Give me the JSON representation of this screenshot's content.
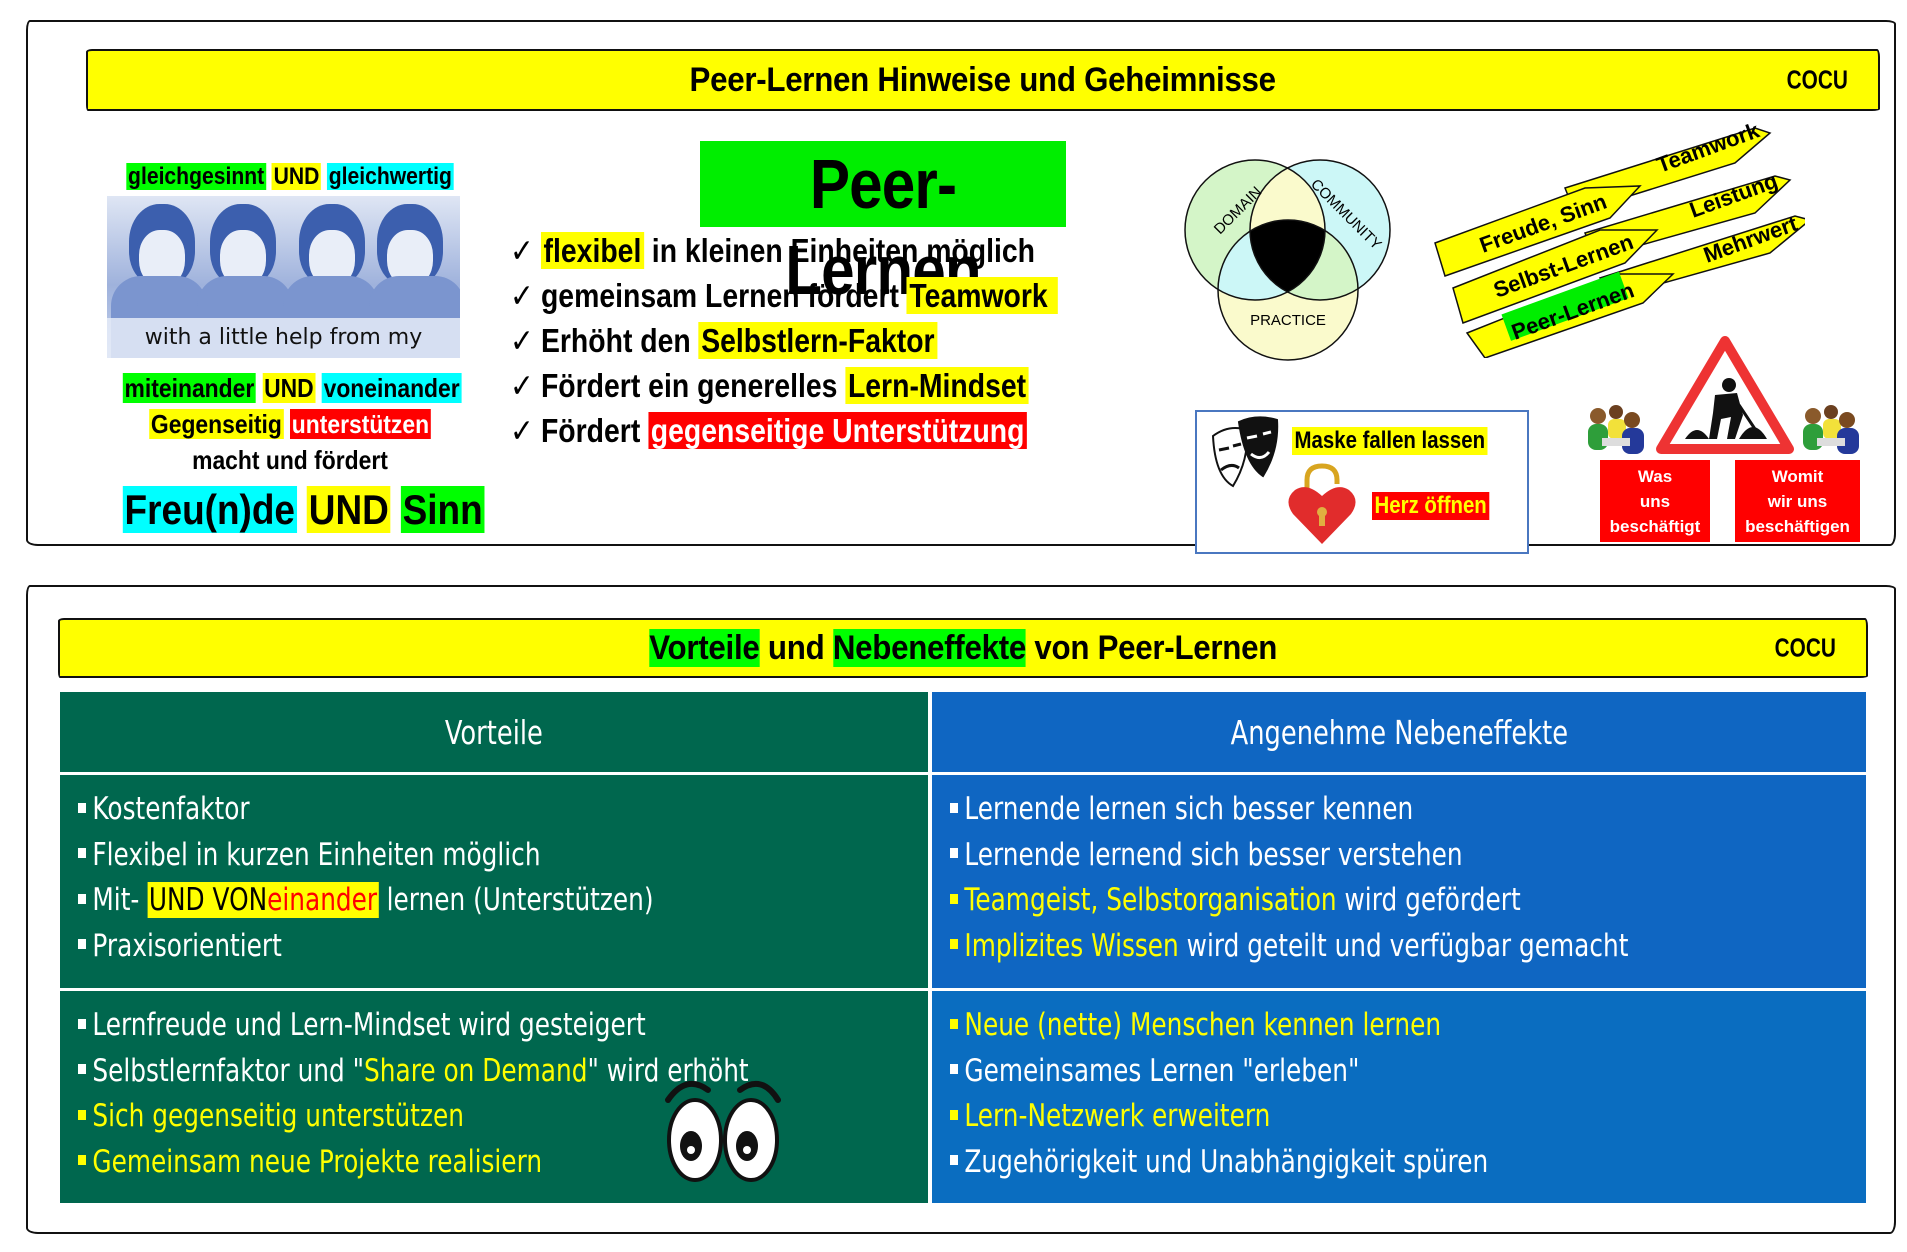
{
  "section1": {
    "banner_title": "Peer-Lernen Hinweise und Geheimnisse",
    "brand": "COCU",
    "left": {
      "line1": [
        {
          "text": "gleichgesinnt",
          "highlight": "green"
        },
        {
          "text": "UND",
          "highlight": "yellow"
        },
        {
          "text": "gleichwertig",
          "highlight": "cyan"
        }
      ],
      "image_caption": "with a little help from my friends",
      "line2": [
        {
          "text": "miteinander",
          "highlight": "green"
        },
        {
          "text": "UND",
          "highlight": "yellow"
        },
        {
          "text": "voneinander",
          "highlight": "cyan"
        }
      ],
      "line3": [
        {
          "text": "Gegenseitig",
          "highlight": "yellow"
        },
        {
          "text": "unterstützen",
          "highlight": "red"
        }
      ],
      "line4": "macht und fördert",
      "line5": [
        {
          "text": "Freu(n)de",
          "highlight": "cyan"
        },
        {
          "text": "UND",
          "highlight": "yellow"
        },
        {
          "text": "Sinn",
          "highlight": "green"
        }
      ]
    },
    "center": {
      "title": "Peer-Lernen",
      "checkmark": "✓",
      "items": [
        {
          "hl": "flexibel",
          "rest": " in kleinen Einheiten möglich",
          "hl_pos": "start",
          "hl_color": "yellow"
        },
        {
          "pre": "gemeinsam Lernen fördert ",
          "hl": "Teamwork",
          "hl_color": "yellow"
        },
        {
          "pre": "Erhöht den ",
          "hl": "Selbstlern-Faktor",
          "hl_color": "yellow"
        },
        {
          "pre": "Fördert ein generelles ",
          "hl": "Lern-Mindset",
          "hl_color": "yellow"
        },
        {
          "pre": "Fördert ",
          "hl": "gegenseitige Unterstützung",
          "hl_color": "red"
        }
      ]
    },
    "venn": {
      "labels": [
        "DOMAIN",
        "COMMUNITY",
        "PRACTICE"
      ]
    },
    "arrows": {
      "left": [
        "Freude, Sinn",
        "Selbst-Lernen",
        "Peer-Lernen"
      ],
      "right": [
        "Teamwork",
        "Leistung",
        "Mehrwert"
      ]
    },
    "maskbox": {
      "mask_label": "Maske fallen lassen",
      "herz_label": "Herz öffnen"
    },
    "signs": {
      "left_box": [
        "Was",
        "uns",
        "beschäftigt"
      ],
      "right_box": [
        "Womit",
        "wir uns",
        "beschäftigen"
      ]
    }
  },
  "section2": {
    "banner_title_parts": [
      {
        "text": "Vorteile",
        "highlight": "green"
      },
      {
        "text": " und ",
        "highlight": ""
      },
      {
        "text": "Nebeneffekte",
        "highlight": "green"
      },
      {
        "text": " von Peer-Lernen",
        "highlight": ""
      }
    ],
    "brand": "COCU",
    "table": {
      "headers": [
        "Vorteile",
        "Angenehme Nebeneffekte"
      ],
      "colors": {
        "left": "#00674e",
        "right": "#0f66c2",
        "accent": "#ffff00"
      },
      "left_row1": [
        {
          "text": "Kostenfaktor"
        },
        {
          "text": "Flexibel in kurzen Einheiten möglich"
        },
        {
          "pre": "Mit- ",
          "hl_black": "UND VON",
          "hl_red": "einander",
          "post": " lernen (Unterstützen)"
        },
        {
          "text": "Praxisorientiert"
        }
      ],
      "left_row2": [
        {
          "text": "Lernfreude und Lern-Mindset wird gesteigert",
          "color": "white"
        },
        {
          "pre": "Selbstlernfaktor und \"",
          "y": "Share on Demand",
          "post": "\" wird erhöht"
        },
        {
          "text": "Sich gegenseitig unterstützen",
          "color": "yellow"
        },
        {
          "text": "Gemeinsam neue Projekte realisiern",
          "color": "yellow"
        }
      ],
      "right_row1": [
        {
          "text": "Lernende lernen sich besser kennen",
          "color": "white"
        },
        {
          "text": "Lernende lernend sich besser verstehen",
          "color": "white"
        },
        {
          "y": "Teamgeist, Selbstorganisation",
          "post": " wird gefördert"
        },
        {
          "y": "Implizites Wissen",
          "post": " wird geteilt und verfügbar gemacht"
        }
      ],
      "right_row2": [
        {
          "text": "Neue (nette) Menschen kennen lernen",
          "color": "yellow"
        },
        {
          "text": "Gemeinsames Lernen \"erleben\"",
          "color": "white"
        },
        {
          "text": "Lern-Netzwerk erweitern",
          "color": "yellow"
        },
        {
          "text": "Zugehörigkeit und Unabhängigkeit spüren",
          "color": "white"
        }
      ]
    }
  }
}
